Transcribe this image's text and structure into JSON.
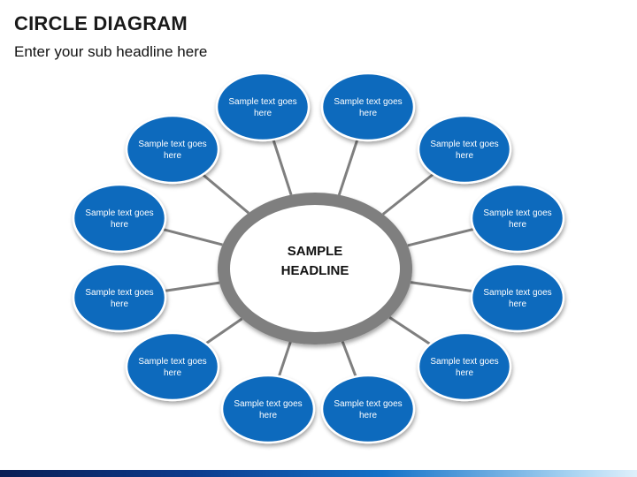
{
  "slide": {
    "title": "CIRCLE DIAGRAM",
    "subtitle": "Enter your sub headline here"
  },
  "center": {
    "lines": [
      "SAMPLE",
      "HEADLINE"
    ]
  },
  "nodes": [
    {
      "line1": "Sample text goes",
      "line2": "here"
    },
    {
      "line1": "Sample text goes",
      "line2": "here"
    },
    {
      "line1": "Sample text goes",
      "line2": "here"
    },
    {
      "line1": "Sample text goes",
      "line2": "here"
    },
    {
      "line1": "Sample text goes",
      "line2": "here"
    },
    {
      "line1": "Sample text goes",
      "line2": "here"
    },
    {
      "line1": "Sample text goes",
      "line2": "here"
    },
    {
      "line1": "Sample text goes",
      "line2": "here"
    },
    {
      "line1": "Sample text goes",
      "line2": "here"
    },
    {
      "line1": "Sample text goes",
      "line2": "here"
    },
    {
      "line1": "Sample text goes",
      "line2": "here"
    },
    {
      "line1": "Sample text goes",
      "line2": "here"
    }
  ],
  "colors": {
    "node_fill": "#0f6bbd",
    "node_text": "#ffffff",
    "ring": "#7f7f7f",
    "connector": "#7f7f7f",
    "center_fill": "#ffffff",
    "center_text": "#111111"
  }
}
